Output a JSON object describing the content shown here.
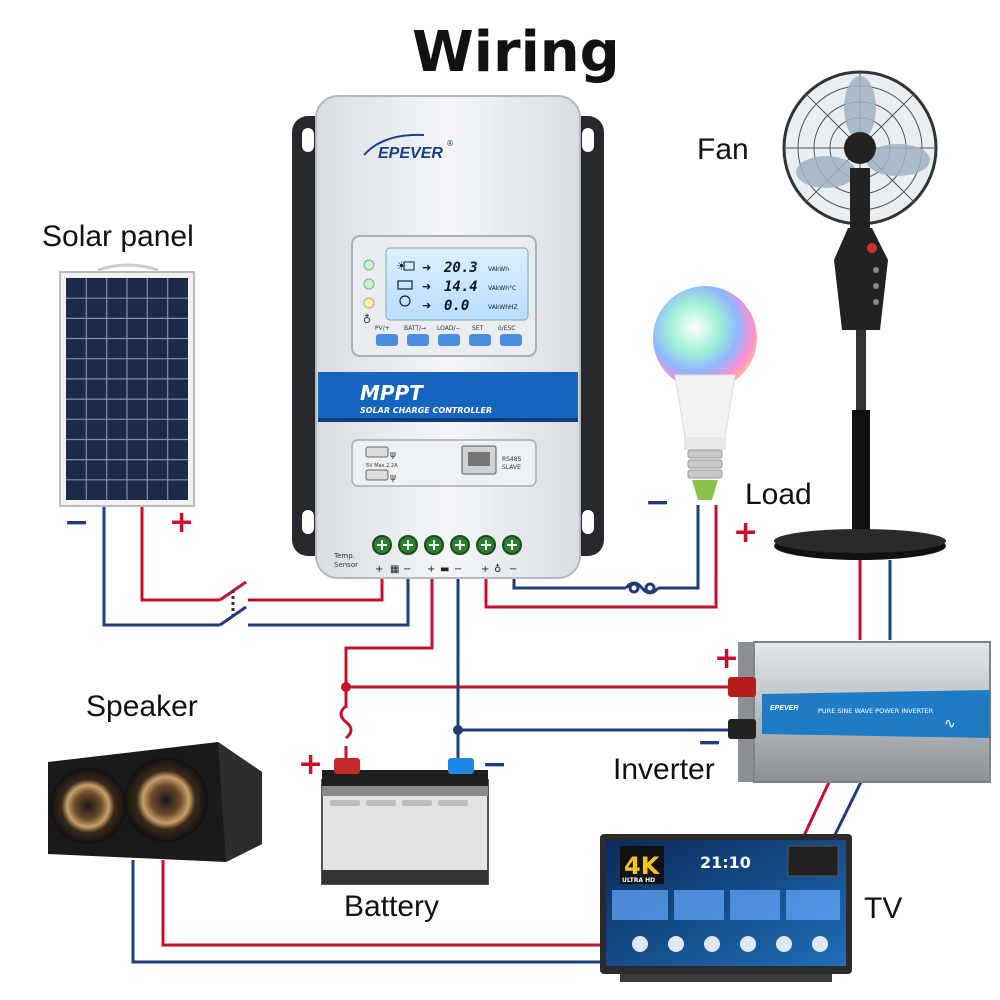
{
  "title": "Wiring",
  "labels": {
    "solar_panel": "Solar panel",
    "fan": "Fan",
    "load": "Load",
    "speaker": "Speaker",
    "inverter": "Inverter",
    "battery": "Battery",
    "tv": "TV"
  },
  "controller": {
    "brand": "EPEVER",
    "registered": "®",
    "mppt": "MPPT",
    "subtitle": "SOLAR CHARGE CONTROLLER",
    "lcd_values": [
      "20.3",
      "14.4",
      "0.0"
    ],
    "lcd_units": [
      "VAkWh",
      "VAkWh°C",
      "VAkWhHZ"
    ],
    "buttons": [
      "PV/+",
      "BATT/→",
      "LOAD/−",
      "SET",
      "ö/ESC"
    ],
    "usb_label": "5V Max.2.2A",
    "rs485_label": "RS485",
    "slave_label": "SLAVE",
    "temp_label_1": "Temp.",
    "temp_label_2": "Sensor",
    "terminal_plus": "+",
    "terminal_minus": "−"
  },
  "inverter": {
    "brand": "EPEVER",
    "label": "PURE SINE WAVE POWER INVERTER"
  },
  "tv": {
    "badge_4k": "4K",
    "badge_uhd": "ULTRA HD",
    "clock": "21:10"
  },
  "signs": {
    "plus": "+",
    "minus": "−"
  },
  "colors": {
    "positive_wire": "#c8102e",
    "negative_wire": "#1f3b7a",
    "controller_band": "#1565c0"
  }
}
